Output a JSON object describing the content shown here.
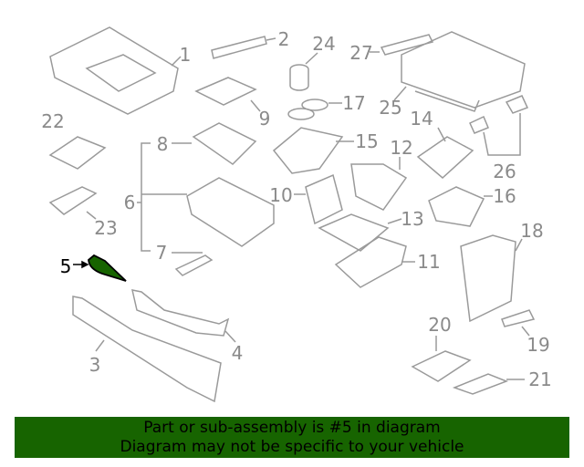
{
  "labels": {
    "p1": "1",
    "p2": "2",
    "p3": "3",
    "p4": "4",
    "p5": "5",
    "p6": "6",
    "p7": "7",
    "p8": "8",
    "p9": "9",
    "p10": "10",
    "p11": "11",
    "p12": "12",
    "p13": "13",
    "p14": "14",
    "p15": "15",
    "p16": "16",
    "p17": "17",
    "p18": "18",
    "p19": "19",
    "p20": "20",
    "p21": "21",
    "p22": "22",
    "p23": "23",
    "p24": "24",
    "p25": "25",
    "p26": "26",
    "p27": "27"
  },
  "selected_part": "5",
  "colors": {
    "highlight": "#176400",
    "line": "#999999"
  },
  "banner": {
    "line1": "Part or sub-assembly is #5 in diagram",
    "line2": "Diagram may not be specific to your vehicle"
  }
}
